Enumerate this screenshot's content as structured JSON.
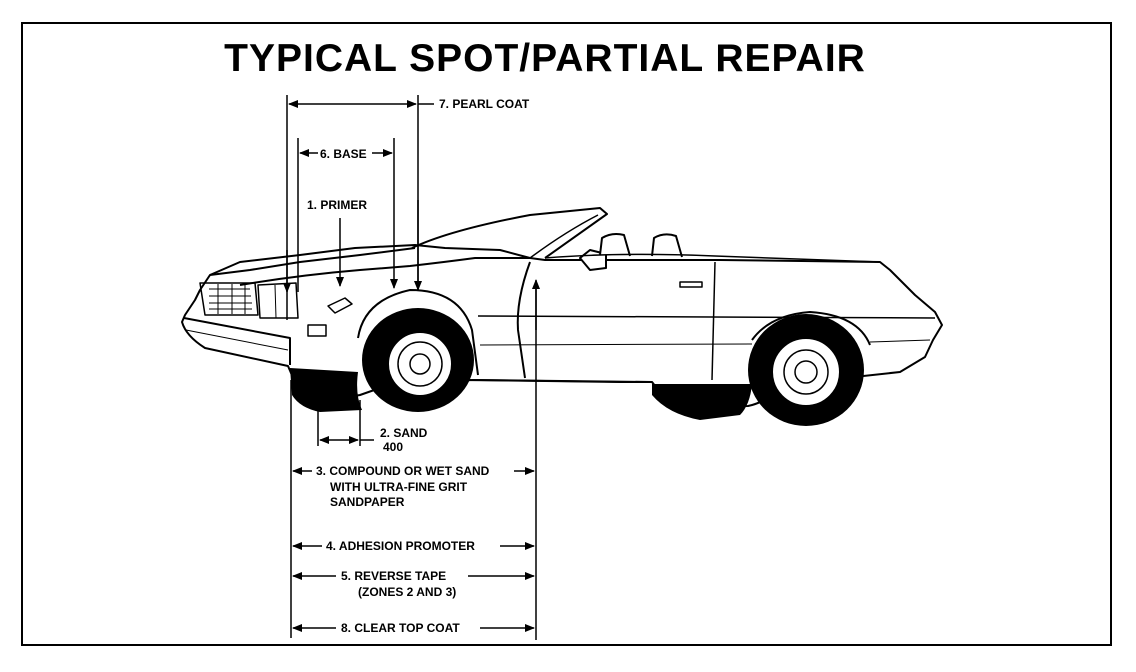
{
  "title": "TYPICAL SPOT/PARTIAL REPAIR",
  "labels": {
    "pearl_coat": "7. PEARL COAT",
    "base": "6. BASE",
    "primer": "1. PRIMER",
    "sand_line1": "2. SAND",
    "sand_line2": "400",
    "compound_line1": "3. COMPOUND OR WET SAND",
    "compound_line2": "WITH ULTRA-FINE GRIT",
    "compound_line3": "SANDPAPER",
    "adhesion": "4. ADHESION PROMOTER",
    "reverse_line1": "5. REVERSE TAPE",
    "reverse_line2": "(ZONES 2 AND 3)",
    "clear_top": "8. CLEAR TOP COAT"
  }
}
